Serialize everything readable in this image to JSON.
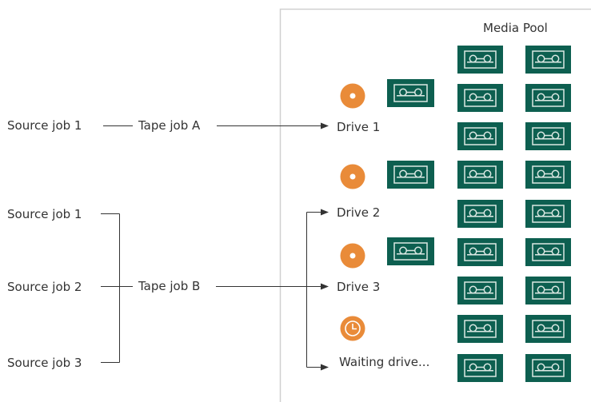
{
  "media_pool": {
    "title": "Media Pool"
  },
  "sources": {
    "top": "Source job 1",
    "group": [
      "Source job 1",
      "Source job 2",
      "Source job 3"
    ]
  },
  "tape_jobs": {
    "a": "Tape job A",
    "b": "Tape job B"
  },
  "drives": {
    "d1": "Drive 1",
    "d2": "Drive 2",
    "d3": "Drive 3",
    "waiting": "Waiting drive..."
  },
  "colors": {
    "tape_fill": "#0d5f50",
    "tape_inner": "#dbe8e3",
    "drive_orange": "#e98b39",
    "line": "#333333",
    "panel_border": "#d0d0d0"
  },
  "icons": {
    "drive": "disc-icon",
    "waiting": "clock-icon",
    "tape": "tape-cassette-icon"
  }
}
